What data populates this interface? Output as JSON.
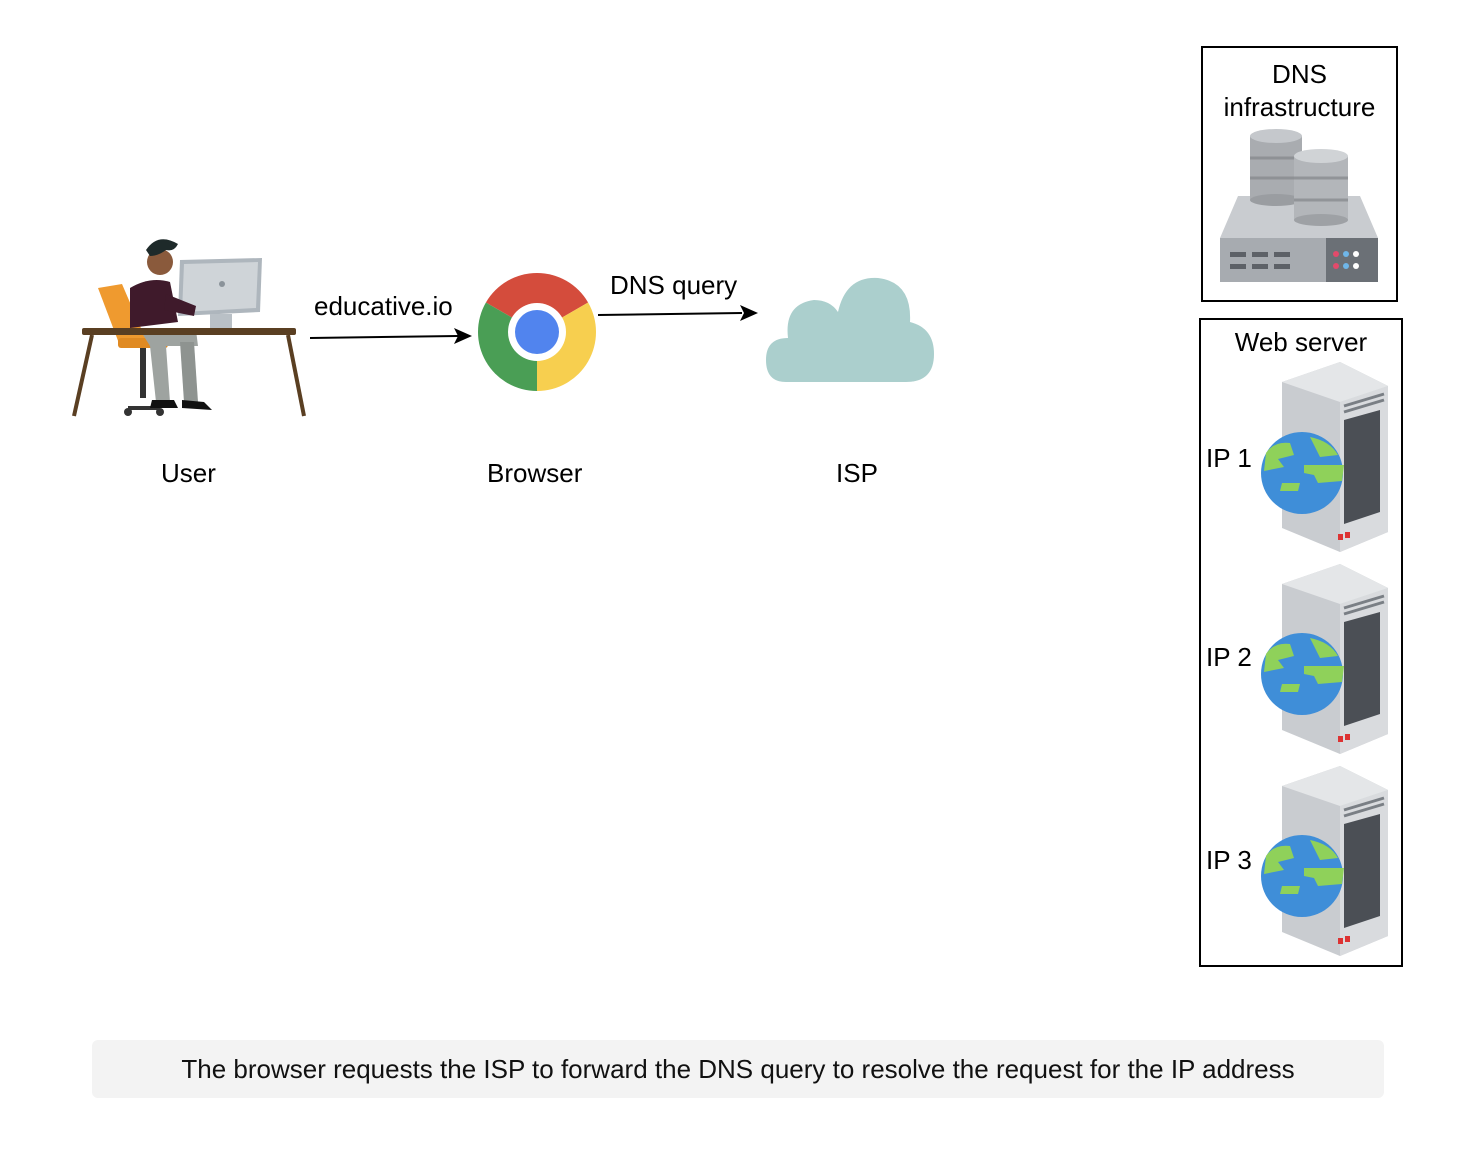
{
  "nodes": {
    "user": "User",
    "browser": "Browser",
    "isp": "ISP",
    "dns_infrastructure": "DNS\ninfrastructure",
    "web_server": "Web server"
  },
  "edges": {
    "user_to_browser": "educative.io",
    "browser_to_isp": "DNS query"
  },
  "servers": [
    "IP 1",
    "IP 2",
    "IP 3"
  ],
  "caption": "The browser requests the ISP to forward the DNS query to resolve the request for the IP address",
  "colors": {
    "cloud": "#abcfcd",
    "chrome_red": "#d44c3c",
    "chrome_green": "#4a9e55",
    "chrome_yellow": "#f7cf4f",
    "chrome_blue": "#5184ee",
    "globe_blue": "#3f8ed8",
    "globe_green": "#8fd15a",
    "server_body": "#c9ccd0",
    "chair_orange": "#ef9a2f",
    "desk_brown": "#5a3f22"
  },
  "icons": [
    "user-at-desk-icon",
    "chrome-icon",
    "cloud-icon",
    "database-server-icon",
    "server-rack-icon",
    "globe-icon"
  ]
}
